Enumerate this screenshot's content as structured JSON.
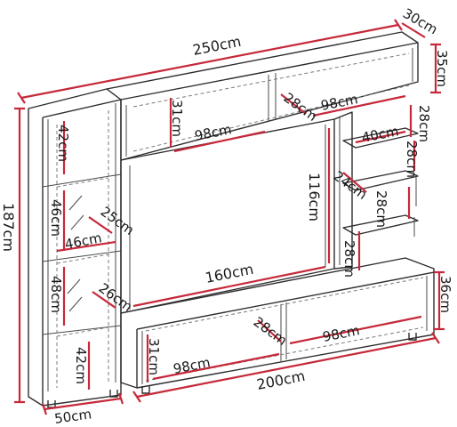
{
  "dimensions": {
    "total_width": "250cm",
    "total_depth": "30cm",
    "top_height": "35cm",
    "total_height": "187cm",
    "top_compartment_height": "31cm",
    "top_compartment_width_left": "98cm",
    "top_depth_mid": "28cm",
    "top_compartment_width_right": "98cm",
    "side_shelf_depth_top": "28cm",
    "side_shelf_width": "40cm",
    "side_shelf_gap": "28cm",
    "side_shelf_depth_24": "24cm",
    "side_shelf_gap_2": "28cm",
    "side_shelf_gap_3": "28cm",
    "tv_opening_height": "116cm",
    "tower_top_height": "42cm",
    "tower_glass_height": "46cm",
    "tower_depth_25": "25cm",
    "tower_inner_width": "46cm",
    "tower_glass_height_2": "48cm",
    "tower_depth_26": "26cm",
    "tv_opening_width": "160cm",
    "base_compartment_height": "31cm",
    "base_compartment_width_left": "98cm",
    "base_depth": "28cm",
    "base_compartment_width_right": "98cm",
    "base_height": "36cm",
    "base_width": "200cm",
    "tower_bottom_height": "42cm",
    "tower_width": "50cm"
  }
}
